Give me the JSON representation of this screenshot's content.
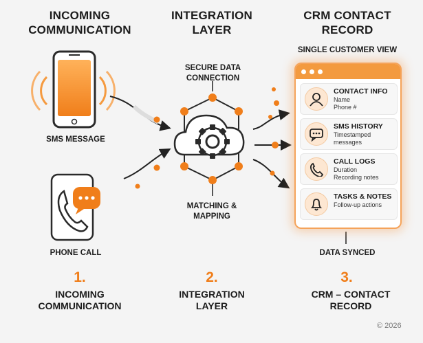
{
  "headings": {
    "col1": "INCOMING COMMUNICATION",
    "col2": "INTEGRATION LAYER",
    "col3": "CRM CONTACT RECORD"
  },
  "labels": {
    "sms": "SMS MESSAGE",
    "call": "PHONE CALL",
    "secure": "SECURE DATA CONNECTION",
    "matching": "MATCHING & MAPPING",
    "single_view": "SINGLE CUSTOMER VIEW",
    "synced": "DATA SYNCED"
  },
  "crm": {
    "rows": [
      {
        "title": "CONTACT INFO",
        "sub1": "Name",
        "sub2": "Phone #",
        "icon": "person-icon"
      },
      {
        "title": "SMS HISTORY",
        "sub1": "Timestamped",
        "sub2": "messages",
        "icon": "chat-bubble-icon"
      },
      {
        "title": "CALL LOGS",
        "sub1": "Duration",
        "sub2": "Recording notes",
        "icon": "phone-icon"
      },
      {
        "title": "TASKS & NOTES",
        "sub1": "Follow-up actions",
        "sub2": "",
        "icon": "bell-icon"
      }
    ]
  },
  "steps": [
    {
      "num": "1.",
      "label": "INCOMING COMMUNICATION"
    },
    {
      "num": "2.",
      "label": "INTEGRATION LAYER"
    },
    {
      "num": "3.",
      "label": "CRM – CONTACT RECORD"
    }
  ],
  "copyright": "© 2026",
  "colors": {
    "accent": "#f07e1a",
    "dark": "#2a2a2a"
  }
}
